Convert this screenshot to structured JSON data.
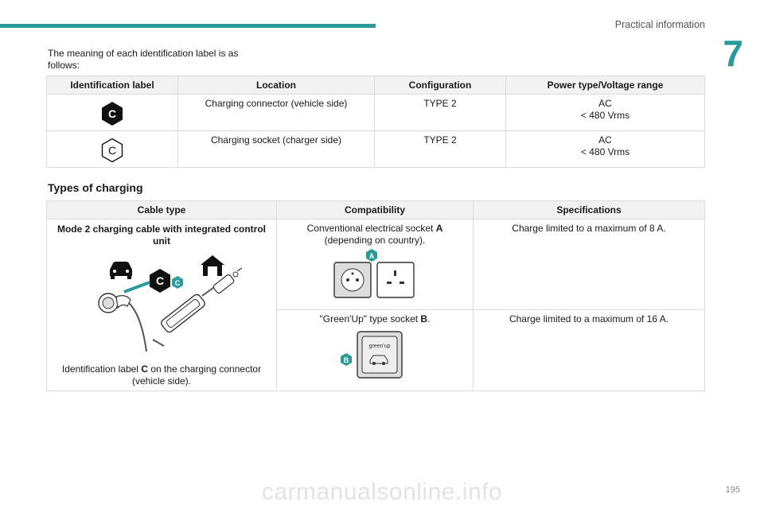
{
  "header": {
    "section": "Practical information",
    "chapter": "7"
  },
  "intro": "The meaning of each identification label is as follows:",
  "table1": {
    "headers": [
      "Identification label",
      "Location",
      "Configuration",
      "Power type/Voltage range"
    ],
    "rows": [
      {
        "label_icon": "C-black-hexagon-icon",
        "label_letter": "C",
        "location": "Charging connector (vehicle side)",
        "configuration": "TYPE 2",
        "power1": "AC",
        "power2": "< 480 Vrms"
      },
      {
        "label_icon": "C-outline-hexagon-icon",
        "label_letter": "C",
        "location": "Charging socket (charger side)",
        "configuration": "TYPE 2",
        "power1": "AC",
        "power2": "< 480 Vrms"
      }
    ]
  },
  "heading2": "Types of charging",
  "table2": {
    "headers": [
      "Cable type",
      "Compatibility",
      "Specifications"
    ],
    "cable_title": "Mode 2 charging cable with integrated control unit",
    "cable_caption_pre": "Identification label ",
    "cable_caption_bold": "C",
    "cable_caption_post": " on the charging connector (vehicle side).",
    "row1_compat_pre": "Conventional electrical socket ",
    "row1_compat_bold": "A",
    "row1_compat_post": "(depending on country).",
    "row1_spec": "Charge limited to a maximum of 8 A.",
    "row2_compat_pre": "\"Green'Up\" type socket ",
    "row2_compat_bold": "B",
    "row2_compat_post": ".",
    "row2_spec": "Charge limited to a maximum of 16 A.",
    "callout_A": "A",
    "callout_B": "B",
    "callout_C": "C",
    "greenup_text": "green'up"
  },
  "page_number": "195",
  "watermark": "carmanualsonline.info",
  "colors": {
    "accent": "#2a9a9a"
  }
}
